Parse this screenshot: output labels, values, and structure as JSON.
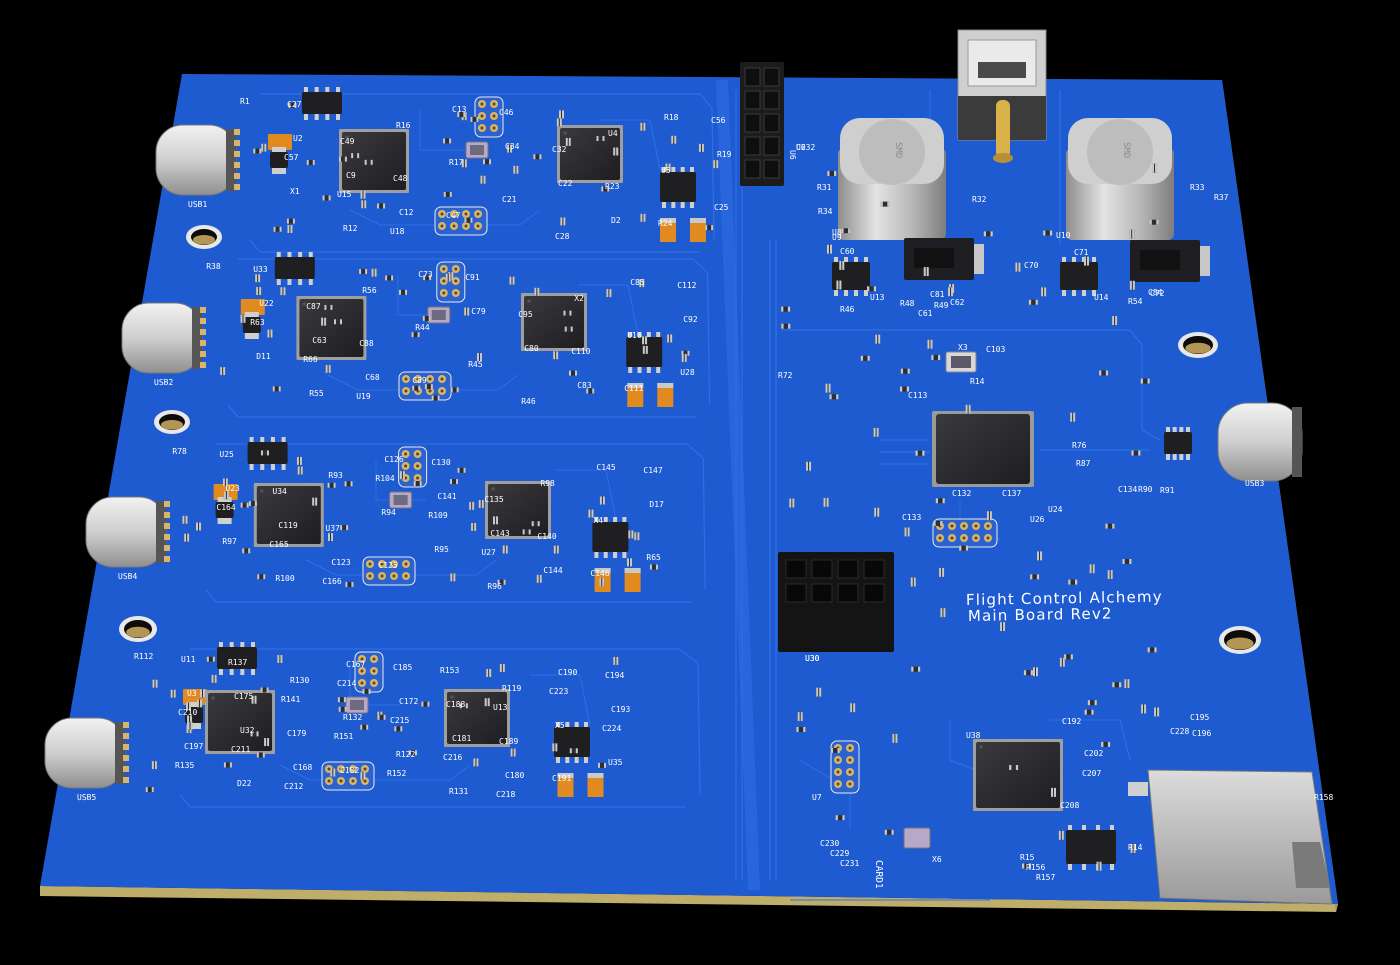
{
  "board": {
    "title_line1": "Flight Control Alchemy",
    "title_line2": "Main Board Rev2"
  },
  "colors": {
    "background": "#000000",
    "pcb": "#1e5bd0",
    "pcb_dark": "#1847a8",
    "trace": "#2f6ee6",
    "chip": "#2b2b2e",
    "pad": "#d8b56a",
    "orange": "#e08a20",
    "silver": "#c9c9c9",
    "edge": "#c9b46a"
  },
  "modules": [
    {
      "usb": "USB1",
      "labels": [
        "R1",
        "U2",
        "C9",
        "C12",
        "C13",
        "C34",
        "C22",
        "D2",
        "R18",
        "R19",
        "X1",
        "R12",
        "R16",
        "R17",
        "C21",
        "C28",
        "U4",
        "U5",
        "C25",
        "C27",
        "C49",
        "C48",
        "C47",
        "C46",
        "C32",
        "R23",
        "R24",
        "C56",
        "C57",
        "U15",
        "U18"
      ]
    },
    {
      "usb": "USB2",
      "labels": [
        "R38",
        "U22",
        "C63",
        "C68",
        "C73",
        "C79",
        "C80",
        "C83",
        "C85",
        "C92",
        "D11",
        "R55",
        "R56",
        "R44",
        "R45",
        "R46",
        "X2",
        "U16",
        "U28",
        "U33",
        "C87",
        "C88",
        "C89",
        "C91",
        "C95",
        "C110",
        "C111",
        "C112",
        "R63",
        "R66",
        "U19"
      ]
    },
    {
      "usb": "USB4",
      "labels": [
        "R78",
        "U23",
        "C119",
        "C123",
        "C126",
        "C141",
        "C143",
        "C144",
        "C145",
        "D17",
        "R97",
        "R100",
        "R93",
        "R94",
        "R95",
        "R96",
        "R98",
        "X4",
        "R65",
        "U25",
        "U34",
        "U37",
        "C125",
        "C130",
        "C135",
        "C140",
        "C146",
        "C147",
        "C164",
        "C165",
        "C166",
        "R104",
        "R109",
        "U27"
      ]
    },
    {
      "usb": "USB5",
      "labels": [
        "R112",
        "U3",
        "U32",
        "C168",
        "C167",
        "C172",
        "C181",
        "C180",
        "C190",
        "C193",
        "C197",
        "D22",
        "R130",
        "R132",
        "R122",
        "R131",
        "R119",
        "X5",
        "U35",
        "U11",
        "C175",
        "C179",
        "C182",
        "C185",
        "C188",
        "C189",
        "C191",
        "C194",
        "C210",
        "C211",
        "C212",
        "C214",
        "C215",
        "C216",
        "C218",
        "C223",
        "C224",
        "R135",
        "R137",
        "R141",
        "R151",
        "R152",
        "R153",
        "U13"
      ]
    }
  ],
  "right_labels": [
    "U6",
    "U8",
    "U9",
    "U10",
    "U13",
    "U14",
    "C60",
    "C61",
    "C62",
    "C70",
    "C71",
    "C72",
    "C81",
    "C84",
    "R31",
    "R32",
    "R33",
    "R34",
    "R37",
    "R46",
    "R48",
    "R49",
    "R54",
    "R72",
    "C133",
    "C134",
    "C137",
    "C132",
    "R14",
    "R76",
    "R87",
    "R90",
    "R91",
    "U24",
    "U26",
    "X3",
    "C103",
    "C113",
    "USB3",
    "U30",
    "U7",
    "U38",
    "X6",
    "C192",
    "C195",
    "C196",
    "C202",
    "C207",
    "C208",
    "C228",
    "R14",
    "R15",
    "R156",
    "R157",
    "R158",
    "CARD1",
    "C230",
    "C229",
    "C231",
    "C232"
  ],
  "inductor_marking": "SMD"
}
